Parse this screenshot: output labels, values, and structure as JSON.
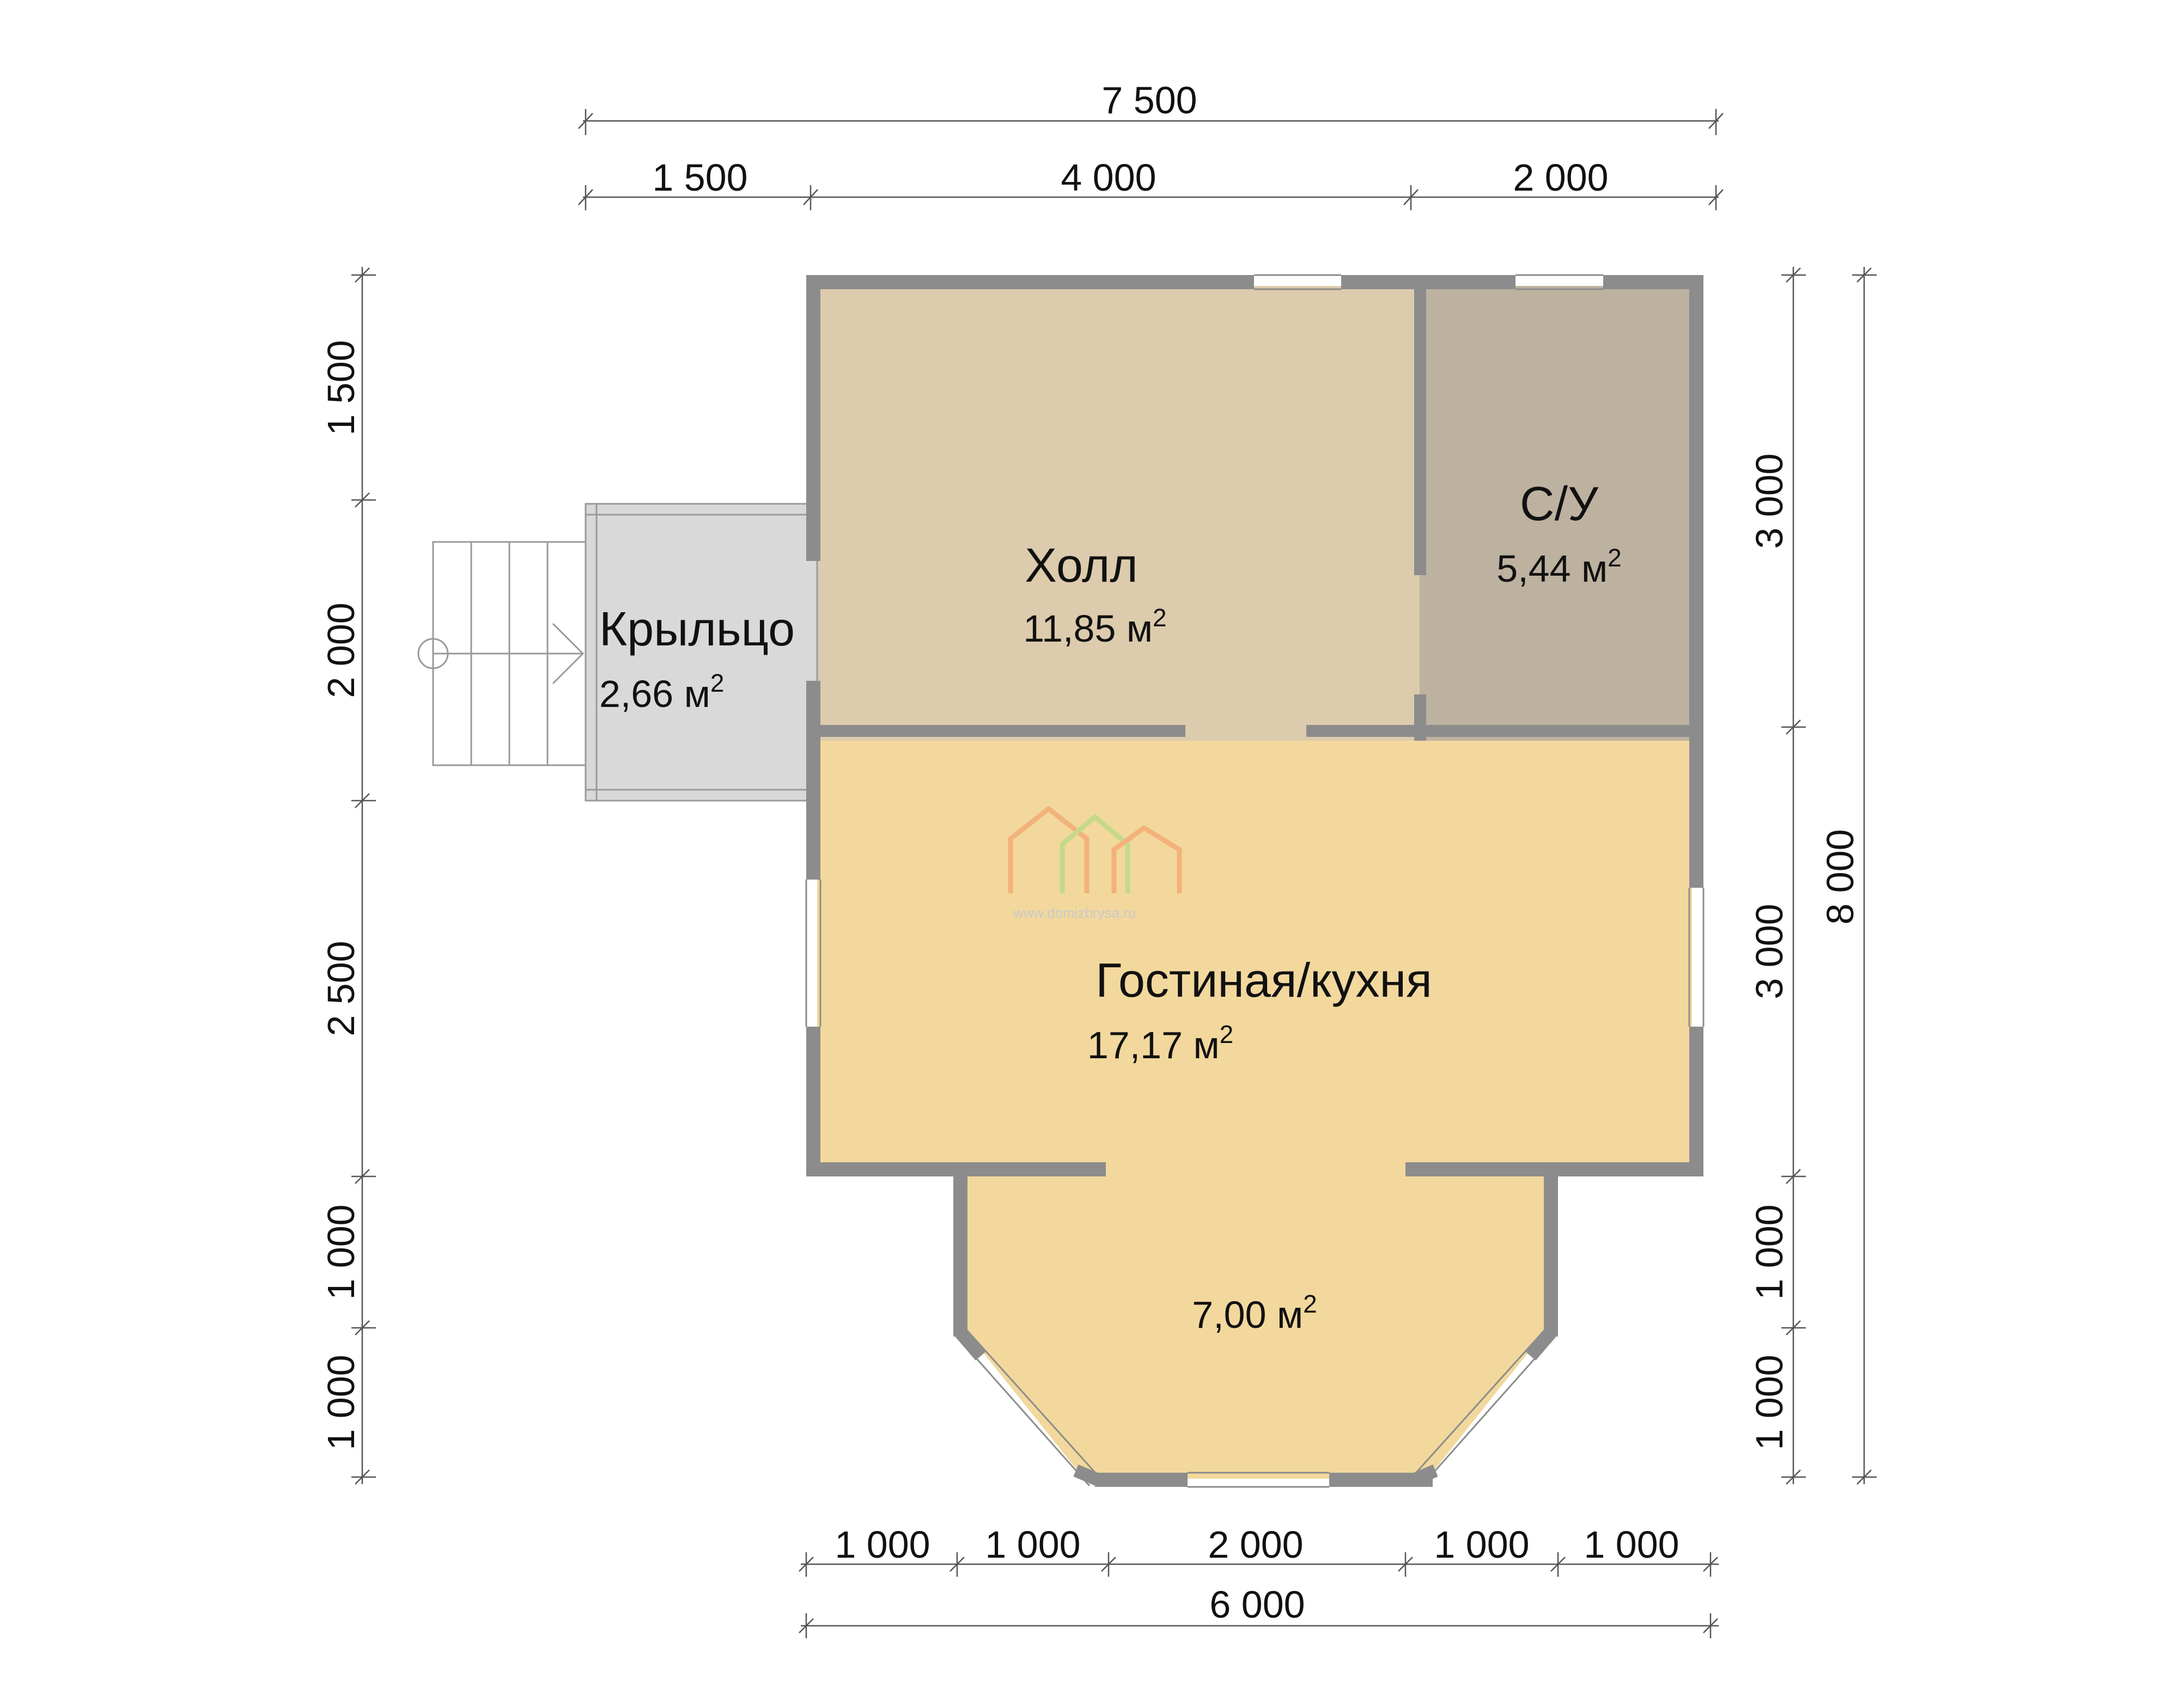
{
  "plan": {
    "rooms": {
      "hall": {
        "name": "Холл",
        "area": "11,85 м",
        "area_sup": "2",
        "fill": "#dccbad"
      },
      "bathroom": {
        "name": "С/У",
        "area": "5,44 м",
        "area_sup": "2",
        "fill": "#bdb1a0"
      },
      "living": {
        "name": "Гостиная/кухня",
        "area": "17,17 м",
        "area_sup": "2",
        "fill": "#f2d89d"
      },
      "bay": {
        "name": "",
        "area": "7,00 м",
        "area_sup": "2",
        "fill": "#f2d89d"
      },
      "porch": {
        "name": "Крыльцо",
        "area": "2,66 м",
        "area_sup": "2",
        "fill": "#d9d9d9"
      }
    },
    "dimensions": {
      "top_total": "7 500",
      "top_segments": [
        "1 500",
        "4 000",
        "2 000"
      ],
      "left_segments": [
        "1 500",
        "2 000",
        "2 500",
        "1 000",
        "1 000"
      ],
      "right_segments": [
        "3 000",
        "3 000",
        "1 000",
        "1 000"
      ],
      "right_total": "8 000",
      "bottom_segments": [
        "1 000",
        "1 000",
        "2 000",
        "1 000",
        "1 000"
      ],
      "bottom_total": "6 000"
    },
    "logo": {
      "caption": "www.domizbrysa.ru",
      "colors": [
        "#f3b27a",
        "#c5d98a",
        "#f3b27a"
      ]
    },
    "wall_color": "#8c8c8c"
  }
}
